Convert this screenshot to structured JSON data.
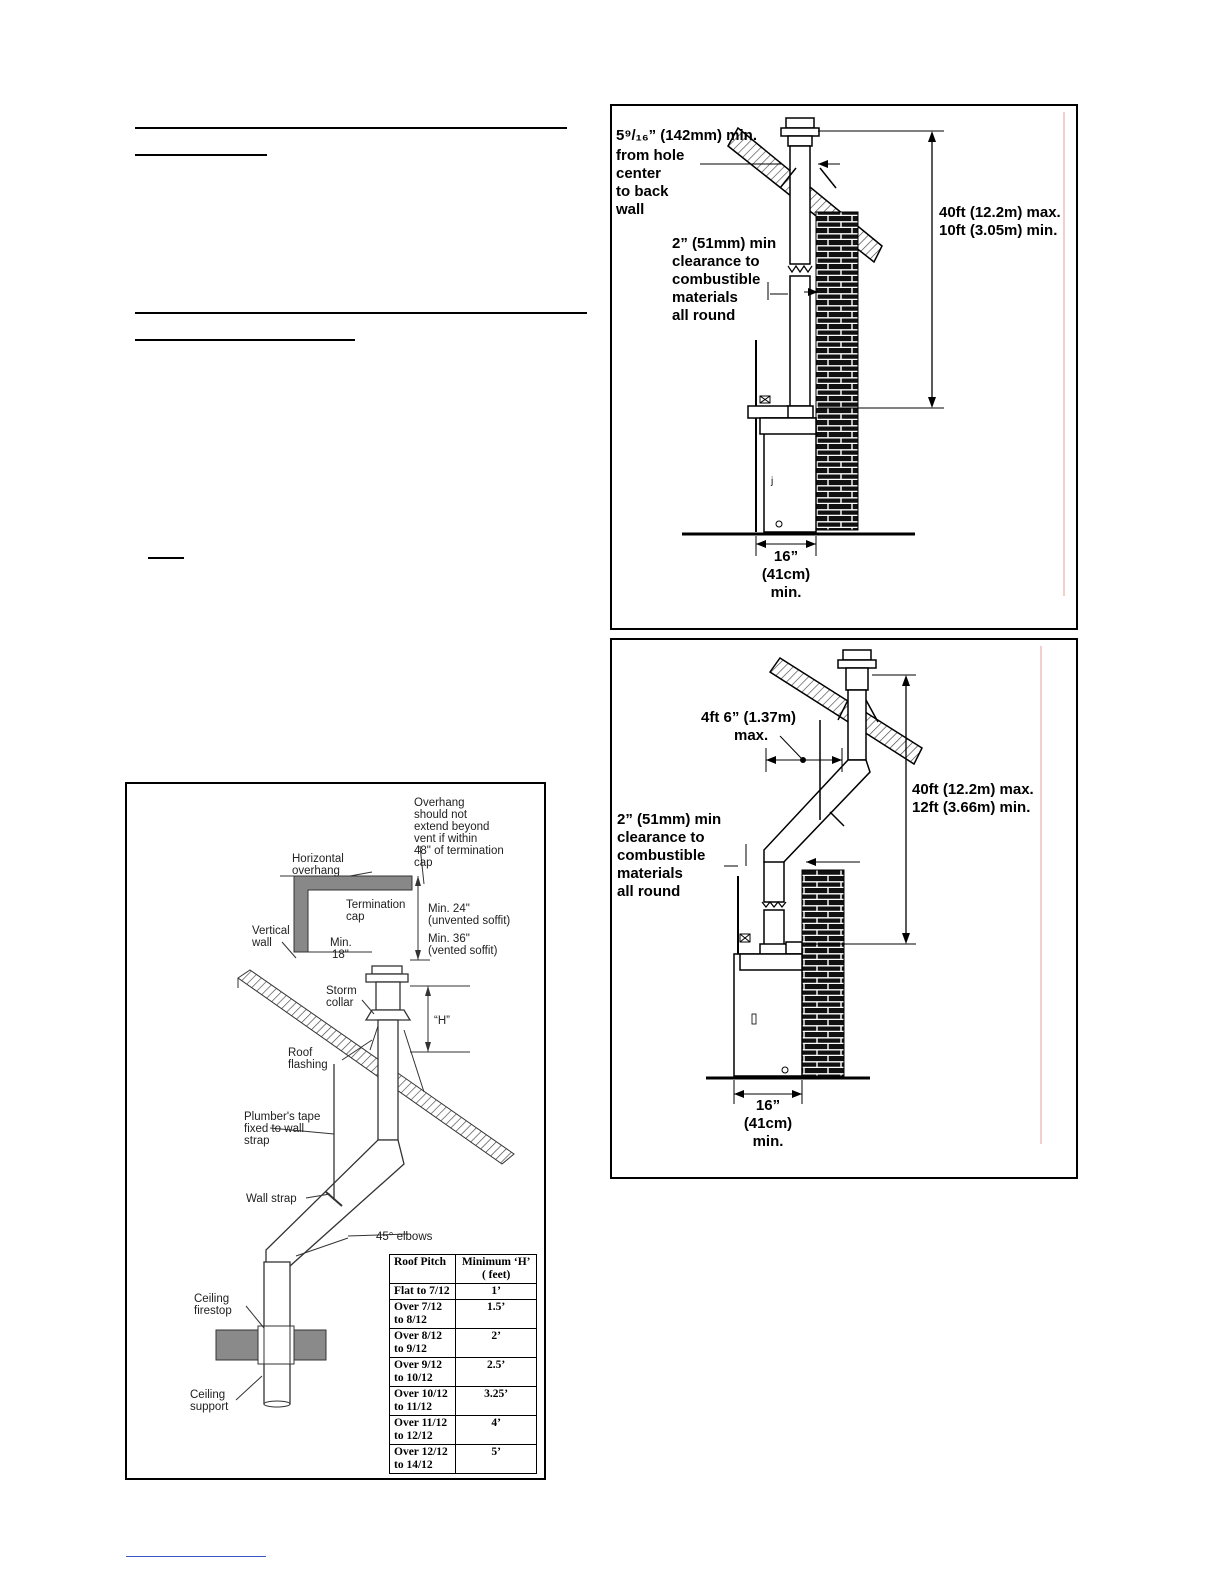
{
  "figure1": {
    "offset": "5⁹/₁₆” (142mm)  min.",
    "offset_lines": [
      "from hole",
      "center",
      "to back",
      "wall"
    ],
    "clearance_lines": [
      "2” (51mm) min",
      "clearance to",
      "combustible",
      "materials",
      "all round"
    ],
    "height_lines": [
      "40ft (12.2m) max.",
      "10ft (3.05m) min."
    ],
    "depth_lines": [
      "16”",
      "(41cm)",
      "min."
    ]
  },
  "figure2": {
    "offset_lines": [
      "4ft 6” (1.37m)",
      "max."
    ],
    "clearance_lines": [
      "2” (51mm) min",
      "clearance to",
      "combustible",
      "materials",
      "all round"
    ],
    "height_lines": [
      "40ft (12.2m) max.",
      "12ft (3.66m) min."
    ],
    "depth_lines": [
      "16”",
      "(41cm)",
      "min."
    ]
  },
  "figure3": {
    "overhang_note": [
      "Overhang",
      "should not",
      "extend beyond",
      "vent if within",
      "48\" of termination",
      "cap"
    ],
    "horizontal_overhang": [
      "Horizontal",
      "overhang"
    ],
    "termination_cap": [
      "Termination",
      "cap"
    ],
    "min24": [
      "Min. 24\"",
      "(unvented soffit)"
    ],
    "min36": [
      "Min. 36\"",
      "(vented soffit)"
    ],
    "vertical_wall": [
      "Vertical",
      "wall"
    ],
    "min18": [
      "Min.",
      "18\""
    ],
    "storm_collar": [
      "Storm",
      "collar"
    ],
    "h_label": "“H”",
    "roof_flashing": [
      "Roof",
      "flashing"
    ],
    "plumbers_tape": [
      "Plumber's tape",
      "fixed to wall",
      "strap"
    ],
    "wall_strap": "Wall strap",
    "elbows": "45° elbows",
    "ceiling_firestop": [
      "Ceiling",
      "firestop"
    ],
    "ceiling_support": [
      "Ceiling",
      "support"
    ]
  },
  "pitch_table": {
    "headers": [
      "Roof Pitch",
      "Minimum ‘H’ ( feet)"
    ],
    "rows": [
      {
        "pitch": "Flat to 7/12",
        "h": "1’"
      },
      {
        "pitch": "Over 7/12  to 8/12",
        "h": "1.5’"
      },
      {
        "pitch": "Over 8/12  to 9/12",
        "h": "2’"
      },
      {
        "pitch": "Over 9/12  to 10/12",
        "h": "2.5’"
      },
      {
        "pitch": "Over 10/12  to 11/12",
        "h": "3.25’"
      },
      {
        "pitch": "Over 11/12  to 12/12",
        "h": "4’"
      },
      {
        "pitch": "Over 12/12  to 14/12",
        "h": "5’"
      }
    ]
  }
}
